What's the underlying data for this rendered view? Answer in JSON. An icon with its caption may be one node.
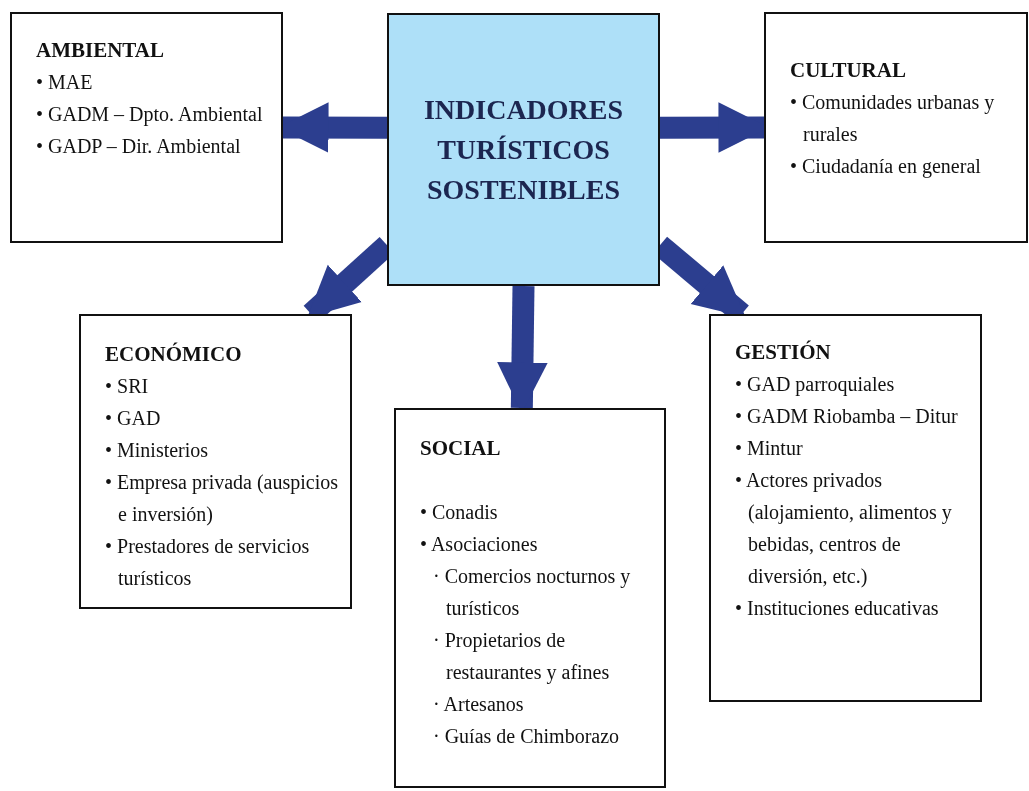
{
  "diagram": {
    "nodes": [
      {
        "text": [
          "AMBIENTAL",
          "• MAE",
          "• GADM – Dpto. Ambiental",
          "• GADP – Dir. Ambiental"
        ]
      },
      {
        "text": [
          "INDICADORES TURÍSTICOS SOSTENIBLES"
        ]
      },
      {
        "text": [
          "CULTURAL",
          "• Comunidades urbanas y rurales",
          "• Ciudadanía en general"
        ]
      },
      {
        "text": [
          "ECONÓMICO",
          "• SRI",
          "• GAD",
          "• Ministerios",
          "• Empresa privada (auspicios e inversión)",
          "• Prestadores de servicios turísticos"
        ]
      },
      {
        "text": [
          "SOCIAL",
          "• Conadis",
          "• Asociaciones",
          "· Comercios nocturnos y turísticos",
          "· Propietarios de restaurantes y afines",
          "· Artesanos",
          "· Guías de Chimborazo"
        ]
      },
      {
        "text": [
          "GESTIÓN",
          "• GAD parroquiales",
          "• GADM Riobamba – Ditur",
          "• Mintur",
          "• Actores privados (alojamiento, alimentos y bebidas, centros de diversión, etc.)",
          "• Instituciones educativas"
        ]
      }
    ],
    "edges": [
      {
        "from": 1,
        "to": 0,
        "arrow": "to"
      },
      {
        "from": 1,
        "to": 2,
        "arrow": "to"
      },
      {
        "from": 1,
        "to": 3,
        "arrow": "to"
      },
      {
        "from": 1,
        "to": 4,
        "arrow": "to"
      },
      {
        "from": 1,
        "to": 5,
        "arrow": "to"
      }
    ]
  }
}
